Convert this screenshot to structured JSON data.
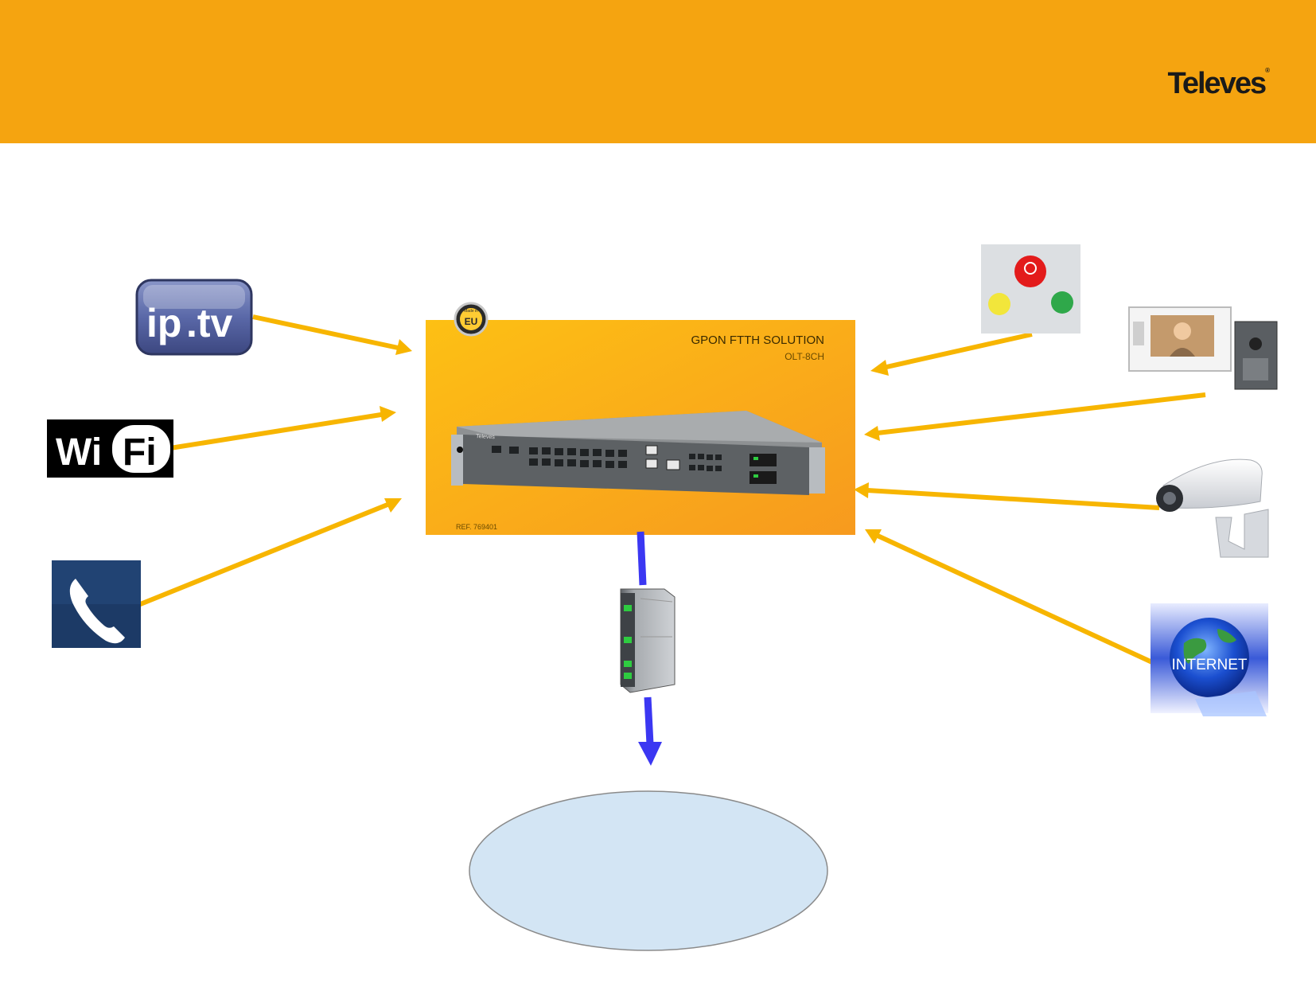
{
  "header": {
    "brand": "Televes",
    "brand_mark": "®",
    "color": "#F5A410"
  },
  "center_device": {
    "panel_title": "GPON FTTH SOLUTION",
    "panel_model": "OLT-8CH",
    "reference": "REF. 769401",
    "badge_top": "Made in",
    "badge_main": "EU",
    "faceplate_brand": "Televes",
    "panel_color": "#F7A21B"
  },
  "services_left": [
    {
      "id": "iptv",
      "icon": "iptv-logo-icon",
      "label_a": "ip",
      "label_b": ".tv"
    },
    {
      "id": "wifi",
      "icon": "wifi-logo-icon",
      "label_a": "Wi",
      "label_b": "Fi"
    },
    {
      "id": "phone",
      "icon": "telephone-icon"
    }
  ],
  "services_right": [
    {
      "id": "alarm",
      "icon": "alarm-buttons-icon"
    },
    {
      "id": "intercom",
      "icon": "video-intercom-icon"
    },
    {
      "id": "cctv",
      "icon": "security-camera-icon"
    },
    {
      "id": "internet",
      "icon": "internet-globe-icon",
      "label": "INTERNET"
    }
  ],
  "splitter": {
    "icon": "optical-splitter-icon"
  },
  "colors": {
    "input_arrow": "#F7B500",
    "output_arrow": "#3B37F2",
    "ellipse_fill": "#D3E5F4",
    "ellipse_stroke": "#8a8a8a"
  }
}
